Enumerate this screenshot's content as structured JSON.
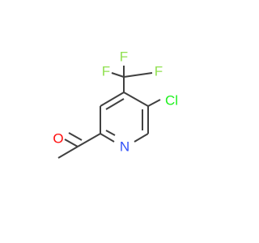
{
  "molecule": {
    "atoms": {
      "O": {
        "label": "O",
        "color": "#ff0d0d"
      },
      "N": {
        "label": "N",
        "color": "#3050f8"
      },
      "Cl": {
        "label": "Cl",
        "color": "#1ff01f"
      },
      "F1": {
        "label": "F",
        "color": "#90e050"
      },
      "F2": {
        "label": "F",
        "color": "#90e050"
      },
      "F3": {
        "label": "F",
        "color": "#90e050"
      }
    },
    "bond_color": "#404040",
    "background": "#ffffff"
  }
}
